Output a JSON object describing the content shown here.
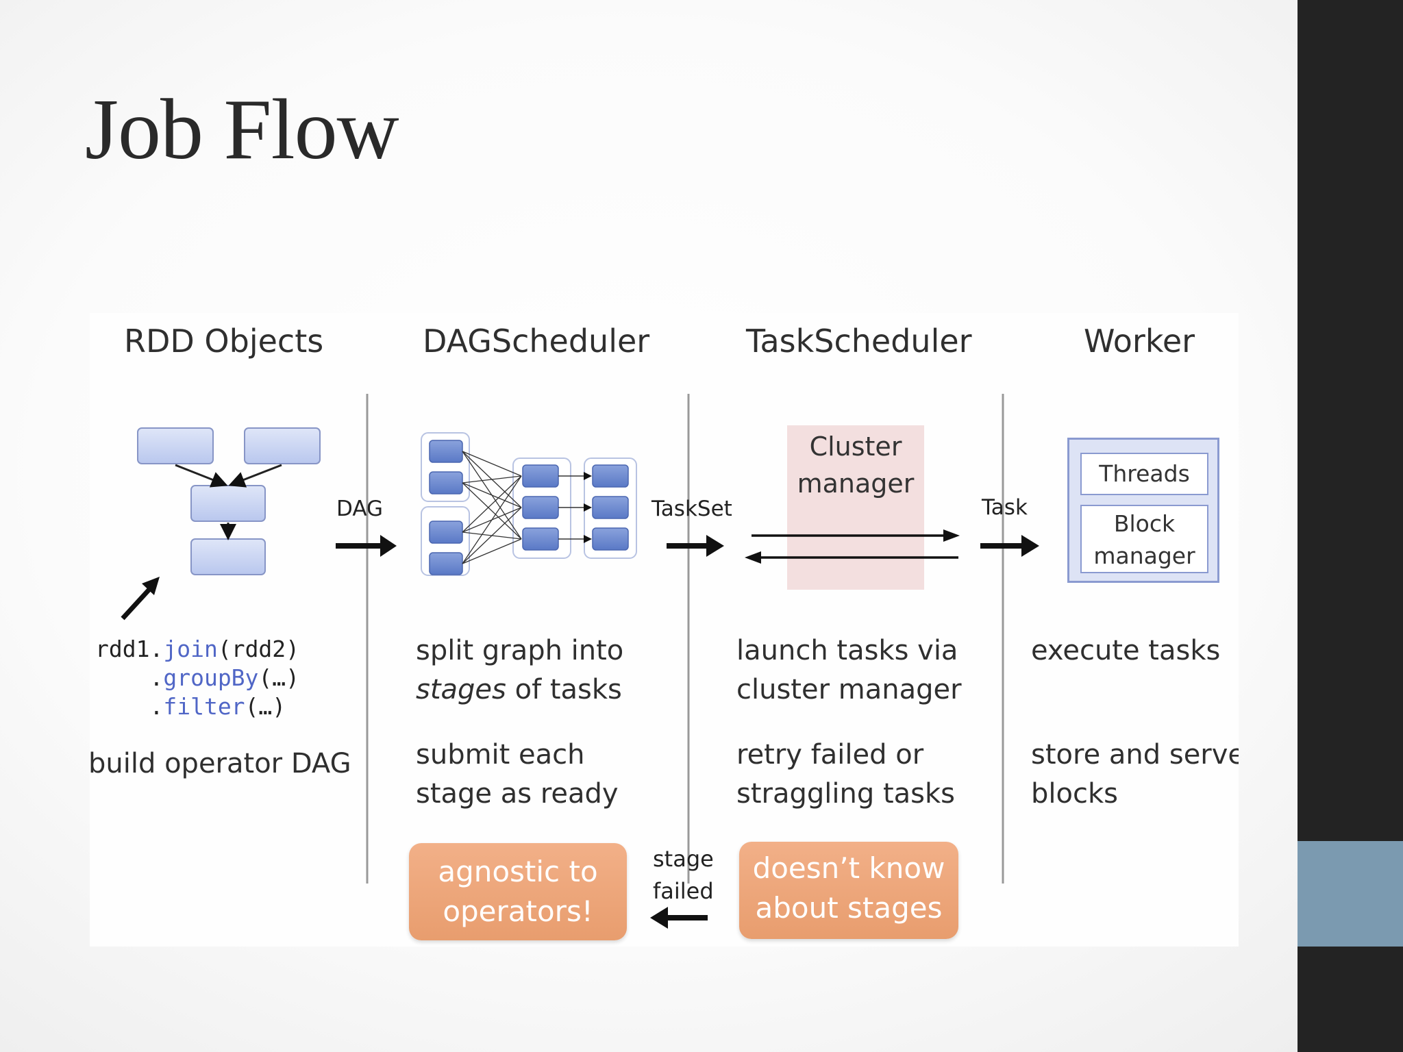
{
  "slide": {
    "title": "Job Flow",
    "colors": {
      "accent_bar": "#7b9ab0",
      "side_bar": "#232323"
    }
  },
  "diagram": {
    "columns": [
      {
        "title": "RDD Objects"
      },
      {
        "title": "DAGScheduler"
      },
      {
        "title": "TaskScheduler"
      },
      {
        "title": "Worker"
      }
    ],
    "arrow_labels": {
      "dag": "DAG",
      "taskset": "TaskSet",
      "task": "Task"
    },
    "code": {
      "line1_a": "rdd1.",
      "line1_b": "join",
      "line1_c": "(rdd2)",
      "line2_a": "    .",
      "line2_b": "groupBy",
      "line2_c": "(…)",
      "line3_a": "    .",
      "line3_b": "filter",
      "line3_c": "(…)"
    },
    "rdd_desc": "build operator DAG",
    "dag_desc_1": {
      "line1": "split graph into",
      "line2a": "stages",
      "line2b": " of tasks"
    },
    "dag_desc_2": {
      "line1": "submit each",
      "line2": "stage as ready"
    },
    "task_desc_1": {
      "line1": "launch tasks via",
      "line2": "cluster manager"
    },
    "task_desc_2": {
      "line1": "retry failed or",
      "line2": "straggling tasks"
    },
    "worker_desc_1": {
      "line1": "execute tasks"
    },
    "worker_desc_2": {
      "line1": "store and serve",
      "line2": "blocks"
    },
    "cluster_manager": {
      "line1": "Cluster",
      "line2": "manager"
    },
    "worker_box": {
      "threads": "Threads",
      "block_line1": "Block",
      "block_line2": "manager"
    },
    "callout_dag": {
      "line1": "agnostic to",
      "line2": "operators!"
    },
    "callout_task": {
      "line1": "doesn’t know",
      "line2": "about stages"
    },
    "stage_failed": {
      "line1": "stage",
      "line2": "failed"
    },
    "colors": {
      "node_fill": "#c7d3f2",
      "node_stroke": "#8795c6",
      "callout": "#eca479",
      "cluster_bg": "#f3dfdf"
    }
  }
}
